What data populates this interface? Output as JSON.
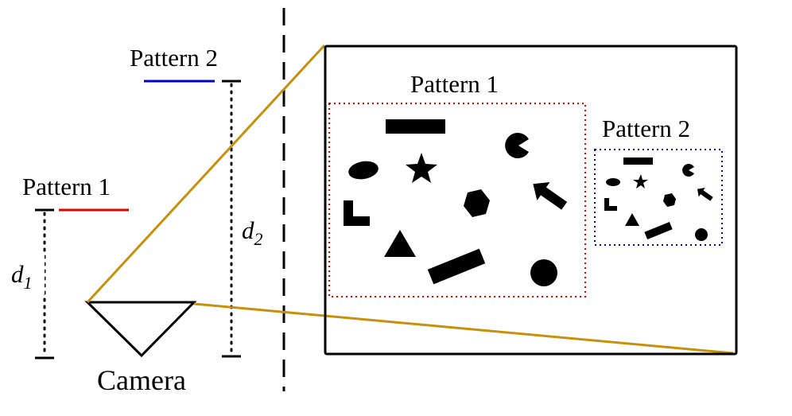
{
  "labels": {
    "pattern1_left": "Pattern 1",
    "pattern2_left": "Pattern 2",
    "camera": "Camera",
    "d1": {
      "base": "d",
      "sub": "1"
    },
    "d2": {
      "base": "d",
      "sub": "2"
    },
    "pattern1_view": "Pattern 1",
    "pattern2_view": "Pattern 2"
  },
  "colors": {
    "pattern1": "#e00000",
    "pattern2": "#0000cc",
    "ray": "#c8900a",
    "ink": "#000000"
  },
  "icons": {
    "shapes": [
      "rectangle",
      "ellipse",
      "star",
      "pacman",
      "hexagon",
      "arrow",
      "l-shape",
      "triangle",
      "bar",
      "circle"
    ]
  }
}
